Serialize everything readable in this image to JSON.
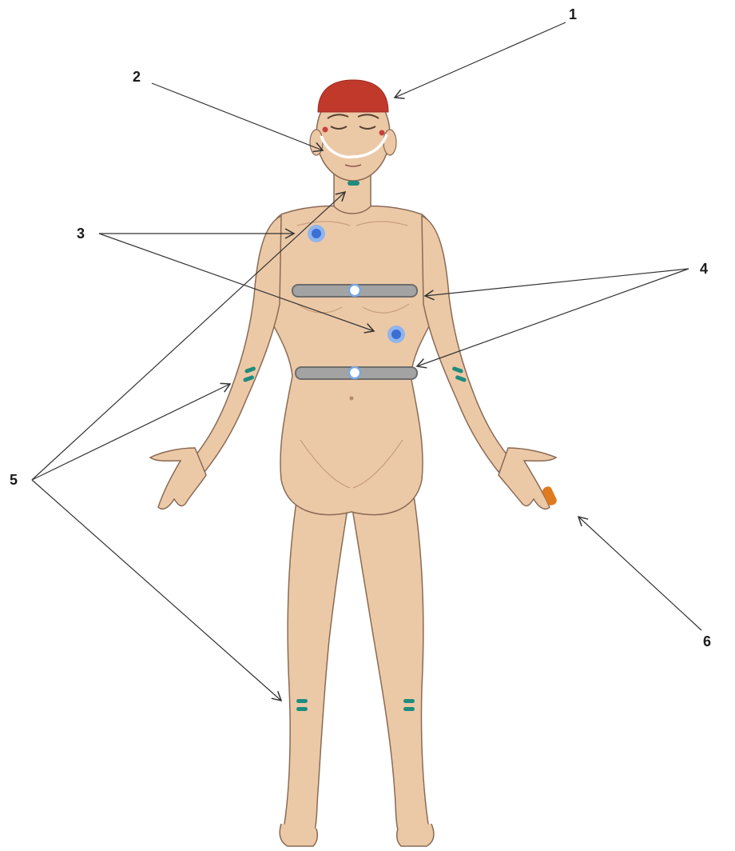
{
  "callouts": [
    {
      "id": "1",
      "label": "1"
    },
    {
      "id": "2",
      "label": "2"
    },
    {
      "id": "3",
      "label": "3"
    },
    {
      "id": "4",
      "label": "4"
    },
    {
      "id": "5",
      "label": "5"
    },
    {
      "id": "6",
      "label": "6"
    }
  ],
  "colors": {
    "skin": "#ecc9a6",
    "skin_shadow": "#d9ae88",
    "outline": "#8a6a55",
    "cap": "#c0392b",
    "cannula": "#ffffff",
    "eye_dots": "#c94040",
    "chest_sensor": "#3b6fd1",
    "chest_sensor_ring": "#8fb4ee",
    "belt": "#a3a3a3",
    "belt_border": "#6c6c6c",
    "belt_buckle": "#7aa7e0",
    "emg_electrode": "#1e8c7e",
    "finger_clip": "#e07a1f",
    "arrow": "#333333"
  },
  "sensors": {
    "cap": "red-eeg-cap",
    "eyes": "eog-electrodes",
    "nose": "nasal-cannula",
    "chin": "chin-emg",
    "chest": "ecg-electrodes",
    "belts": "respiratory-belts",
    "limbs": "limb-emg",
    "finger": "pulse-oximeter"
  }
}
